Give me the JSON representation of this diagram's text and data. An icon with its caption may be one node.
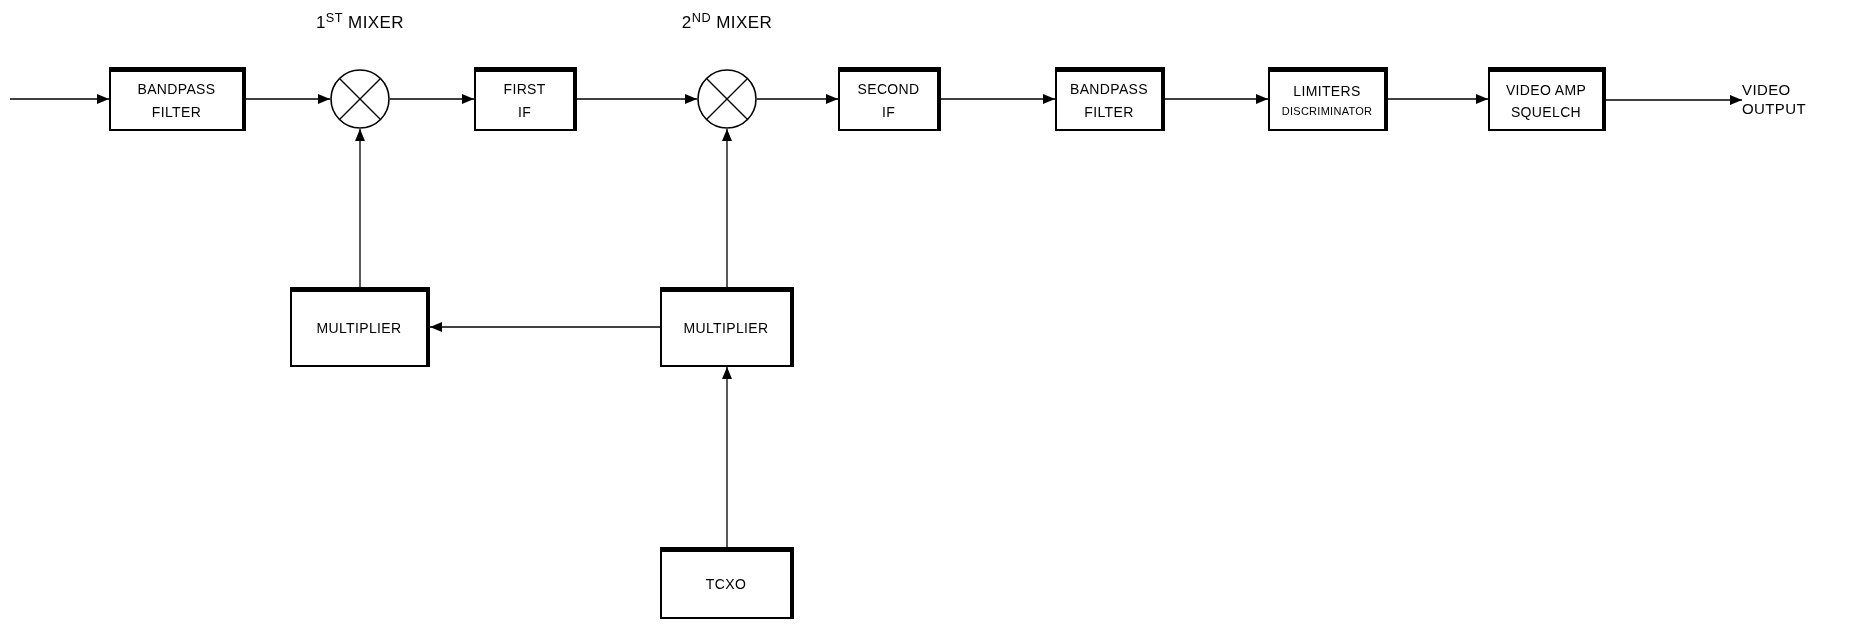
{
  "diagram": {
    "nodes": [
      {
        "text": [
          "BANDPASS FILTER"
        ]
      },
      {
        "text": [
          "1$^{ST}$ MIXER"
        ]
      },
      {
        "text": [
          "FIRST IF"
        ]
      },
      {
        "text": [
          "2$^{ND}$ MIXER"
        ]
      },
      {
        "text": [
          "SECOND IF"
        ]
      },
      {
        "text": [
          "BANDPASS FILTER"
        ]
      },
      {
        "text": [
          "LIMITERS",
          "DISCRIMINATOR"
        ]
      },
      {
        "text": [
          "VIDEO AMP",
          "SQUELCH"
        ]
      },
      {
        "text": [
          "VIDEO OUTPUT"
        ]
      },
      {
        "text": [
          "MULTIPLIER"
        ]
      },
      {
        "text": [
          "MULTIPLIER"
        ]
      },
      {
        "text": [
          "TCXO"
        ]
      }
    ],
    "edges": [
      {
        "from": null,
        "to": 0,
        "arrow": "to"
      },
      {
        "from": 0,
        "to": 1,
        "arrow": "to"
      },
      {
        "from": 1,
        "to": 2,
        "arrow": "to"
      },
      {
        "from": 2,
        "to": 3,
        "arrow": "to"
      },
      {
        "from": 3,
        "to": 4,
        "arrow": "to"
      },
      {
        "from": 4,
        "to": 5,
        "arrow": "to"
      },
      {
        "from": 5,
        "to": 6,
        "arrow": "to"
      },
      {
        "from": 6,
        "to": 7,
        "arrow": "to"
      },
      {
        "from": 7,
        "to": 8,
        "arrow": "to"
      },
      {
        "from": 9,
        "to": 1,
        "arrow": "to"
      },
      {
        "from": 10,
        "to": 3,
        "arrow": "to"
      },
      {
        "from": 10,
        "to": 9,
        "arrow": "to"
      },
      {
        "from": 11,
        "to": 10,
        "arrow": "to"
      }
    ]
  }
}
